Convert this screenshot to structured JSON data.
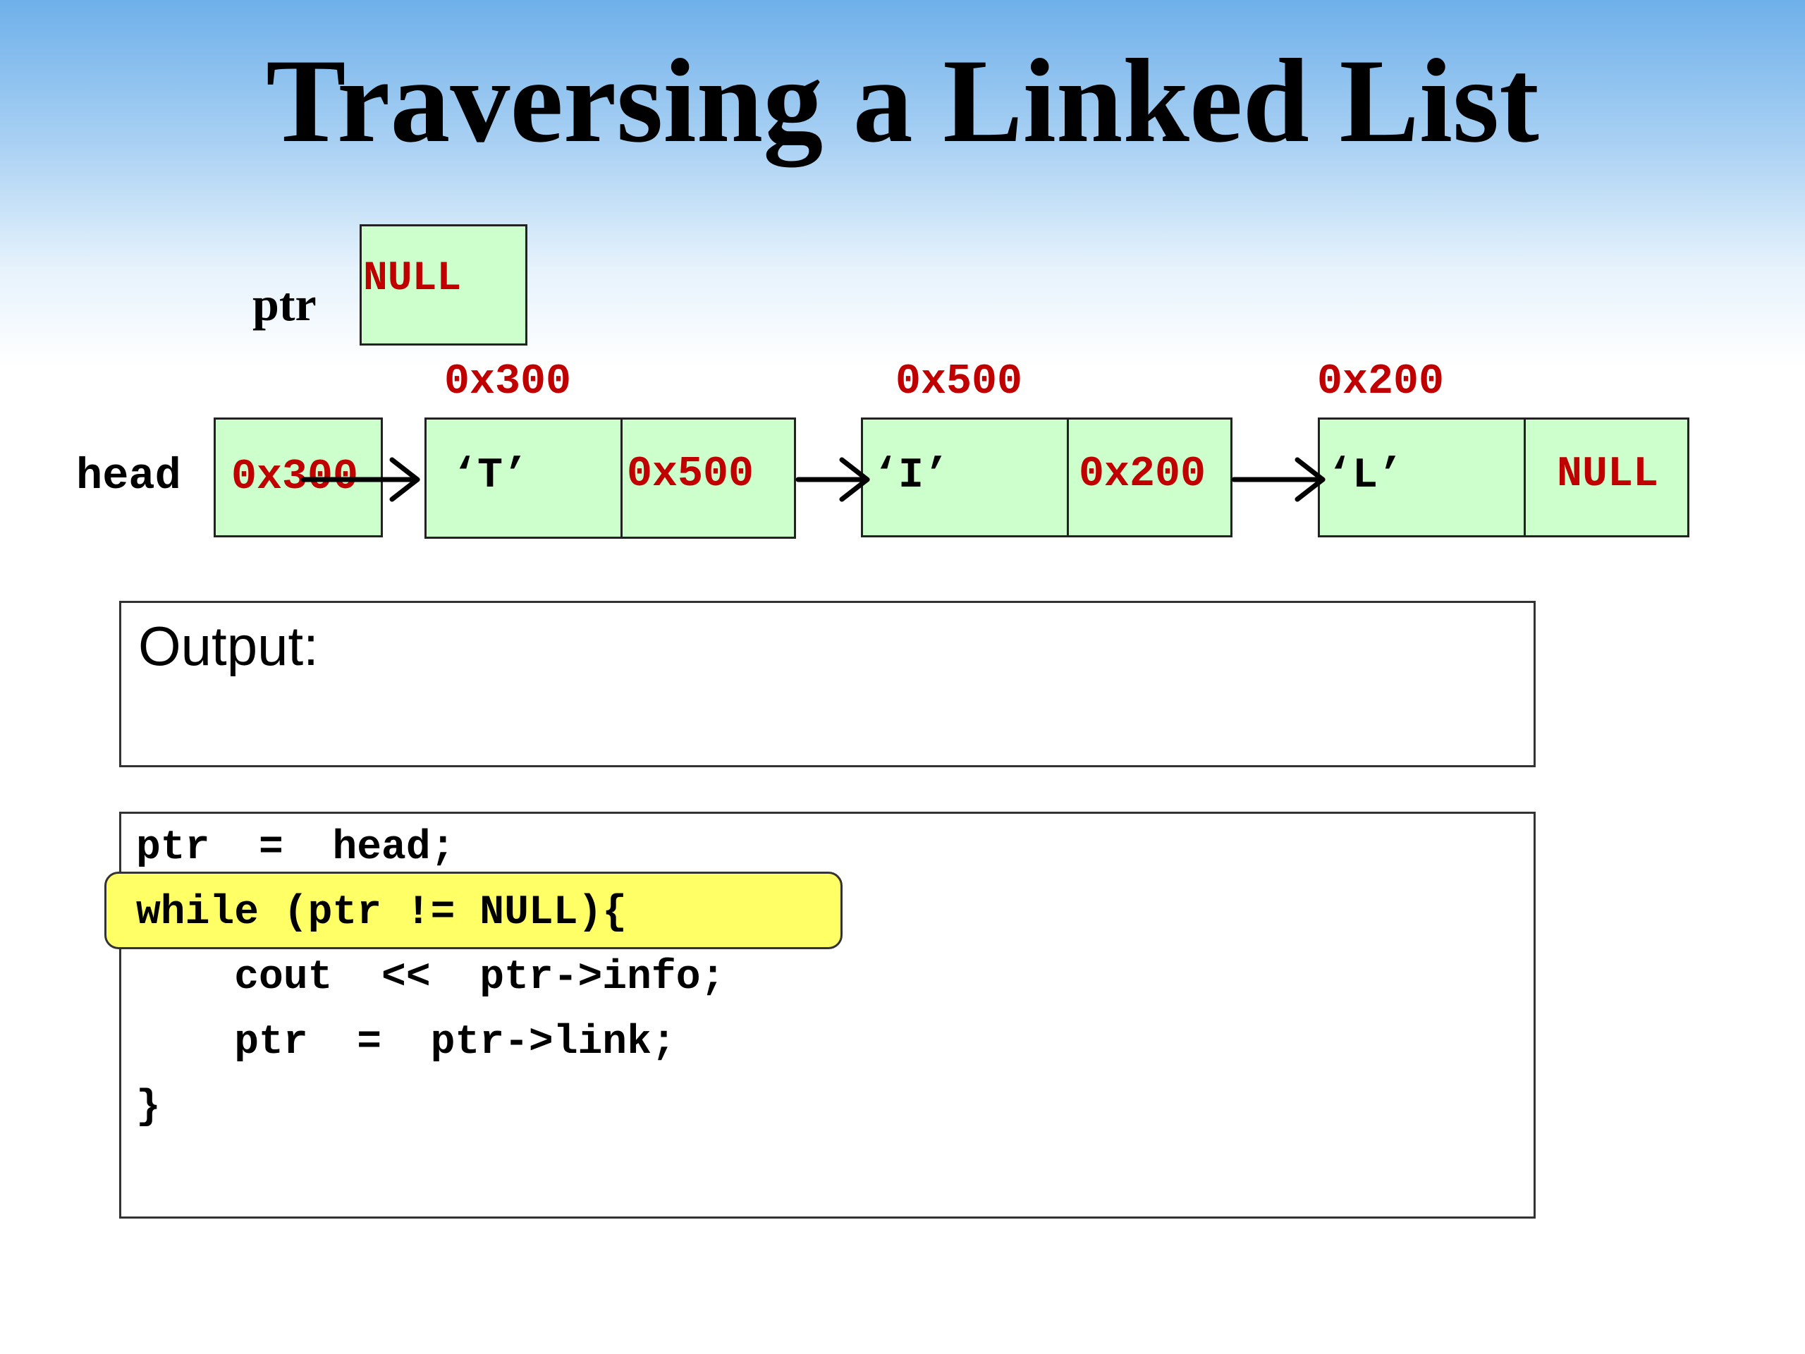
{
  "slide": {
    "title": "Traversing a Linked List"
  },
  "ptr_var": {
    "label": "ptr",
    "value": "NULL"
  },
  "head_var": {
    "label": "head",
    "value": "0x300"
  },
  "nodes": [
    {
      "address": "0x300",
      "info": "‘T’",
      "link": "0x500"
    },
    {
      "address": "0x500",
      "info": "‘I’",
      "link": "0x200"
    },
    {
      "address": "0x200",
      "info": "‘L’",
      "link": "NULL"
    }
  ],
  "output": {
    "label": "Output:",
    "text": ""
  },
  "code": {
    "lines": [
      "ptr  =  head;",
      "while (ptr != NULL){",
      "    cout  <<  ptr->info;",
      "    ptr  =  ptr->link;",
      "}"
    ],
    "highlighted_line": 2
  },
  "colors": {
    "node_fill": "#ccffcc",
    "address_text": "#c00000",
    "highlight": "#ffff66"
  }
}
